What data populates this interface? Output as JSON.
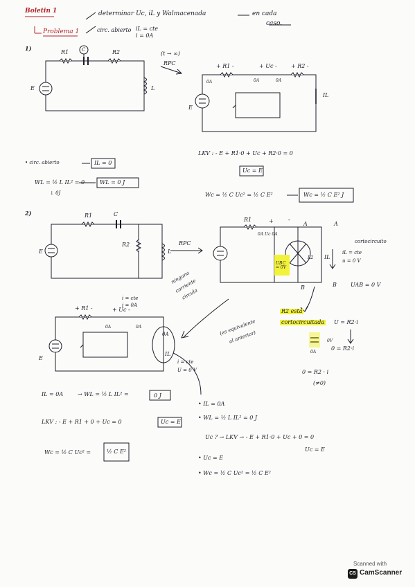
{
  "header": {
    "section": "Boletin 1",
    "subtitle": "Problema 1",
    "topic": "determinar Uc, iL y Walmacenada",
    "topic_end": "en cada",
    "topic_end2": "caso.",
    "cond_note": "circ. abierto",
    "cond_values": [
      "iL = cte",
      "i = 0A"
    ]
  },
  "problem1": {
    "number": "1)",
    "labels": {
      "R1": "R1",
      "C": "C",
      "R2": "R2",
      "L": "L",
      "E": "E"
    },
    "transition": "(t → ∞)",
    "rpc": "RPC",
    "right_labels": {
      "r1": "+ R1 -",
      "uc": "+ Uc -",
      "r2": "+ R2 -",
      "zero1": "0A",
      "zero2": "0A",
      "zero3": "0A",
      "il": "IL",
      "e": "E"
    },
    "note_open": "• circ. abierto",
    "il_result": "IL = 0",
    "wl_formula": "WL = ½ L IL² = 0",
    "wl_arrow": "→",
    "wl_result": "WL = 0 J",
    "down_arrow": "↓ 0J",
    "lkv": "LKV : - E + R1·0 + Uc + R2·0 = 0",
    "uc_result": "Uc = E",
    "wc_formula": "Wc = ½ C Uc² = ½ C E²",
    "wc_result": "Wc = ½ C E² J"
  },
  "problem2": {
    "number": "2)",
    "labels": {
      "R1": "R1",
      "C": "C",
      "R2": "R2",
      "L": "L",
      "E": "E"
    },
    "rpc": "RPC",
    "right_labels": {
      "r1": "R1",
      "plus": "+",
      "minus": "-",
      "uc": "0A  Uc  0A",
      "A1": "A",
      "A2": "A",
      "B1": "B",
      "B2": "B",
      "il": "IL",
      "ucbox": "UBC = 0V",
      "r2": "R2"
    },
    "short_note": "cortocircuito",
    "short_vals": [
      "iL = cte",
      "u = 0 V"
    ],
    "uab": "UAB = 0 V",
    "arrow_note": [
      "ninguna",
      "corriente",
      "circula"
    ],
    "hl1": "R2 está",
    "hl2": "cortocircuitada",
    "ohm1": "U = R2·i",
    "ohm2": "0 = R2·i",
    "ohm3": "(≠0)",
    "ohm_small": [
      "0V",
      "0A"
    ],
    "ohm_bottom": "0 = R2 · i",
    "lower_labels": {
      "r1": "+ R1 -",
      "uc": "+ Uc -",
      "oa1": "0A",
      "oa2": "0A",
      "box": "0A",
      "il": "IL",
      "E": "E"
    },
    "lower_note": [
      "i = cte",
      "i = 0A"
    ],
    "lower_short": [
      "i = cte",
      "U = 0 V"
    ],
    "middle_note": [
      "(es equivalente",
      "al anterior)"
    ],
    "il_line": "IL = 0A",
    "wl_line": "→  WL = ½ L IL² =",
    "wl_box": "0 J",
    "lkv2": "LKV : - E + R1 + 0 + Uc = 0",
    "uc_box": "Uc = E",
    "wc_line": "Wc = ½ C Uc² =",
    "wc_box": "½ C E²",
    "bullets": [
      "• IL = 0A",
      "• WL = ½ L IL² = 0 J",
      "Uc ?  →  LKV →  - E + R1·0 + Uc + 0 = 0",
      "Uc = E",
      "• Uc = E",
      "• Wc = ½ C Uc² = ½ C E²"
    ]
  },
  "watermark": {
    "line1": "Scanned with",
    "logo": "CS",
    "name": "CamScanner"
  }
}
